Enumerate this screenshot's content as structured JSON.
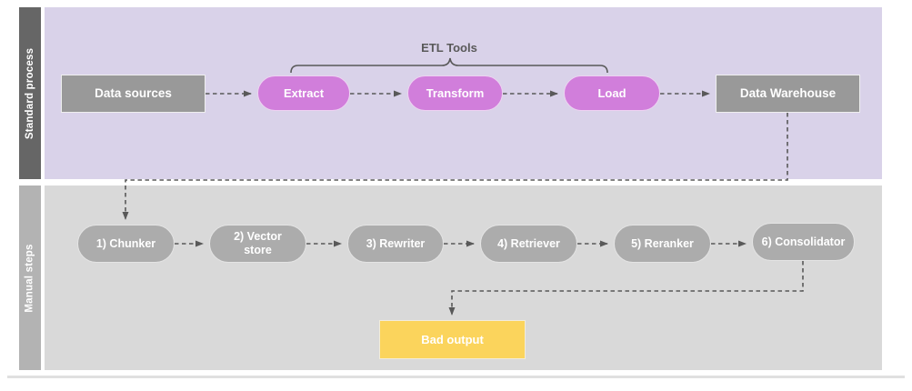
{
  "lanes": {
    "standard": {
      "label": "Standard process"
    },
    "manual": {
      "label": "Manual steps"
    }
  },
  "nodes": {
    "data_sources": {
      "label": "Data sources"
    },
    "extract": {
      "label": "Extract"
    },
    "transform": {
      "label": "Transform"
    },
    "load": {
      "label": "Load"
    },
    "data_warehouse": {
      "label": "Data Warehouse"
    },
    "chunker": {
      "label": "1) Chunker"
    },
    "vector_store": {
      "label": "2) Vector store"
    },
    "rewriter": {
      "label": "3) Rewriter"
    },
    "retriever": {
      "label": "4) Retriever"
    },
    "reranker": {
      "label": "5) Reranker"
    },
    "consolidator": {
      "label": "6) Consolidator"
    },
    "bad_output": {
      "label": "Bad output"
    }
  },
  "annotations": {
    "etl_tools": {
      "label": "ETL Tools",
      "brace_spans": [
        "Extract",
        "Transform",
        "Load"
      ]
    }
  },
  "edges": [
    {
      "from": "Data sources",
      "to": "Extract",
      "style": "dashed-arrow"
    },
    {
      "from": "Extract",
      "to": "Transform",
      "style": "dashed-arrow"
    },
    {
      "from": "Transform",
      "to": "Load",
      "style": "dashed-arrow"
    },
    {
      "from": "Load",
      "to": "Data Warehouse",
      "style": "dashed-arrow"
    },
    {
      "from": "Data Warehouse",
      "to": "1) Chunker",
      "style": "dashed-arrow"
    },
    {
      "from": "1) Chunker",
      "to": "2) Vector store",
      "style": "dashed-arrow"
    },
    {
      "from": "2) Vector store",
      "to": "3) Rewriter",
      "style": "dashed-arrow"
    },
    {
      "from": "3) Rewriter",
      "to": "4) Retriever",
      "style": "dashed-arrow"
    },
    {
      "from": "4) Retriever",
      "to": "5) Reranker",
      "style": "dashed-arrow"
    },
    {
      "from": "5) Reranker",
      "to": "6) Consolidator",
      "style": "dashed-arrow"
    },
    {
      "from": "6) Consolidator",
      "to": "Bad output",
      "style": "dashed-arrow"
    }
  ],
  "colors": {
    "lane1_bg": "#D9D2E9",
    "lane1_sidebar": "#666666",
    "lane2_bg": "#D9D9D9",
    "lane2_sidebar": "#B3B3B3",
    "gray_box": "#999999",
    "pink_pill": "#D17EDB",
    "gray_pill": "#ACACAC",
    "yellow_box": "#FBD45C",
    "connector": "#595959"
  }
}
